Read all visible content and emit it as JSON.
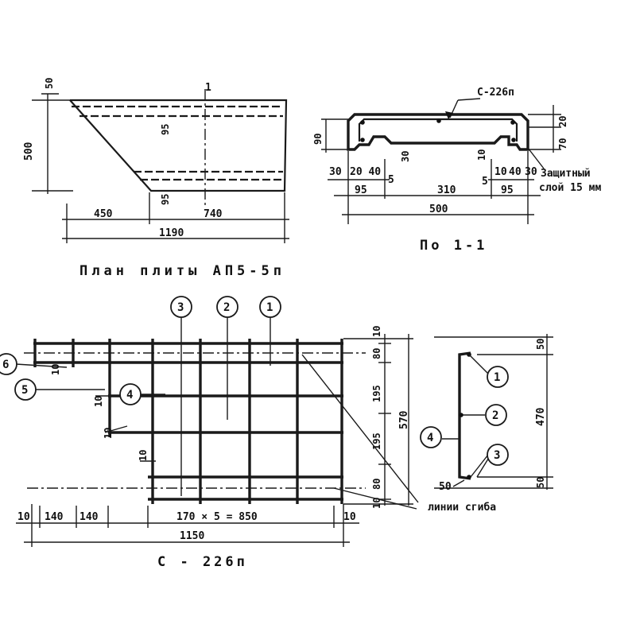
{
  "plan": {
    "title": "План плиты АП5-5п",
    "section_mark": "1",
    "dim_left_top": "50",
    "dim_height": "500",
    "dim_bottom_left": "450",
    "dim_bottom_right": "740",
    "dim_total": "1190",
    "dim_inner_95_a": "95",
    "dim_inner_95_b": "95"
  },
  "section": {
    "title": "По 1-1",
    "mesh_label": "С-226п",
    "cover_label_1": "Защитный",
    "cover_label_2": "слой 15 мм",
    "dim_90": "90",
    "dim_20": "20",
    "dim_70": "70",
    "dim_30_left": "30",
    "dim_20_40": "20 40",
    "dim_5_left": "5",
    "dim_30_mid": "30",
    "dim_10_mid": "10",
    "dim_5_right": "5",
    "dim_10_right": "10",
    "dim_40_right": "40",
    "dim_30_right": "30",
    "dim_95_left": "95",
    "dim_310": "310",
    "dim_95_right": "95",
    "dim_500": "500"
  },
  "mesh": {
    "title": "С - 226п",
    "callouts": [
      "3",
      "2",
      "1",
      "6",
      "5",
      "4"
    ],
    "dim_10_a": "10",
    "dim_10_b": "10",
    "dim_10_c": "10",
    "dim_10_d": "10",
    "dim_r10": "10",
    "dim_r80_top": "80",
    "dim_r195_a": "195",
    "dim_r195_b": "195",
    "dim_r80_bot": "80",
    "dim_r10_bot": "10",
    "dim_570": "570",
    "dim_b10_left": "10",
    "dim_b140_a": "140",
    "dim_b140_b": "140",
    "dim_b_mid": "170 × 5 = 850",
    "dim_b10_right": "10",
    "dim_1150": "1150",
    "bend_label": "линии сгиба"
  },
  "bent": {
    "callouts": [
      "1",
      "2",
      "4",
      "3"
    ],
    "dim_50_top": "50",
    "dim_470": "470",
    "dim_50_bot": "50",
    "dim_50_bottom_label": "50"
  }
}
